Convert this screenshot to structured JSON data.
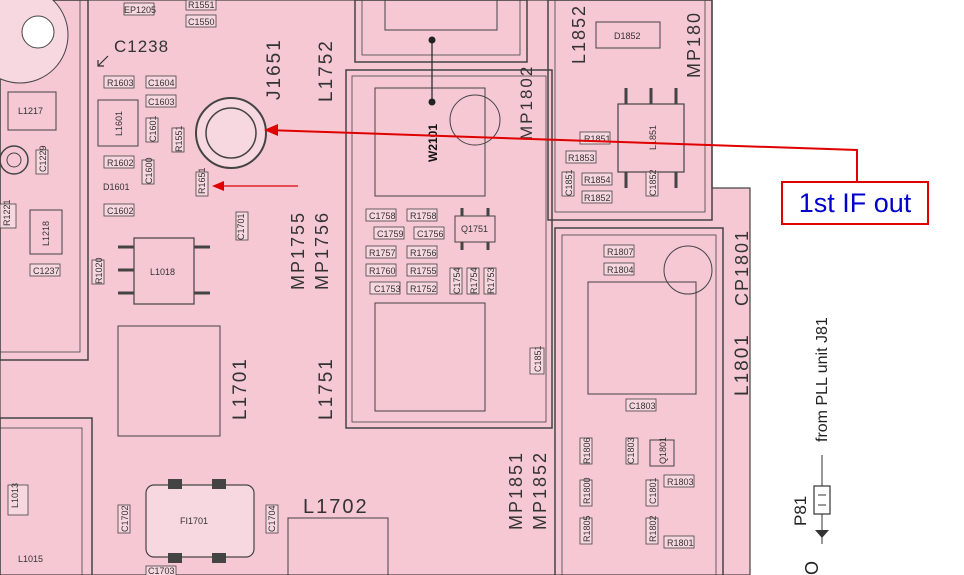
{
  "callout": {
    "text": "1st IF out"
  },
  "side_label": {
    "text": "from PLL unit J81"
  },
  "connector": {
    "label": "P81",
    "bottom_char": "O"
  },
  "big_labels": {
    "c1238": "C1238",
    "j1651": "J1651",
    "l1752": "L1752",
    "mp1802": "MP1802",
    "mp1755": "MP1755",
    "mp1756": "MP1756",
    "l1751": "L1751",
    "l1701": "L1701",
    "l1702": "L1702",
    "mp1851": "MP1851",
    "mp1852": "MP1852",
    "l1801": "L1801",
    "cp1801": "CP1801",
    "l1852": "L1852",
    "mp180": "MP180",
    "w2101": "W2101"
  },
  "components": {
    "ep1205": "EP1205",
    "r1551": "R1551",
    "c1550": "C1550",
    "l1217": "L1217",
    "r1603": "R1603",
    "c1604": "C1604",
    "c1603": "C1603",
    "l1601": "L1601",
    "c1601": "C1601",
    "r1551b": "R1551",
    "r1602": "R1602",
    "c1600": "C1600",
    "d1601": "D1601",
    "c1602": "C1602",
    "r1651": "R1651",
    "c1229": "C1229",
    "r1221": "R1221",
    "l1218": "L1218",
    "c1237": "C1237",
    "r1020": "R1020",
    "l1018": "L1018",
    "c1701": "C1701",
    "c1758": "C1758",
    "r1758": "R1758",
    "c1759": "C1759",
    "c1756": "C1756",
    "r1757": "R1757",
    "r1756": "R1756",
    "r1760": "R1760",
    "r1755": "R1755",
    "c1753": "C1753",
    "r1752": "R1752",
    "c1754": "C1754",
    "r1754": "R1754",
    "r1753": "R1753",
    "q1751": "Q1751",
    "r1851": "R1851",
    "d1852": "D1852",
    "c1851": "C1851",
    "r1853": "R1853",
    "l1851": "L1851",
    "c1851b": "C1851",
    "r1854": "R1854",
    "r1852": "R1852",
    "c1852": "C1852",
    "r1807": "R1807",
    "r1804": "R1804",
    "c1803": "C1803",
    "r1806": "R1806",
    "c1803b": "C1803",
    "q1801": "Q1801",
    "r1800": "R1800",
    "c1801": "C1801",
    "r1803": "R1803",
    "r1805": "R1805",
    "r1802": "R1802",
    "r1801": "R1801",
    "l1013": "L1013",
    "l1015": "L1015",
    "fi1701": "FI1701",
    "c1702": "C1702",
    "c1704": "C1704",
    "c1703": "C1703"
  },
  "colors": {
    "board": "#f5c8d4",
    "trace": "#333333",
    "arrow": "#e00000",
    "callout_text": "#0000cc"
  }
}
